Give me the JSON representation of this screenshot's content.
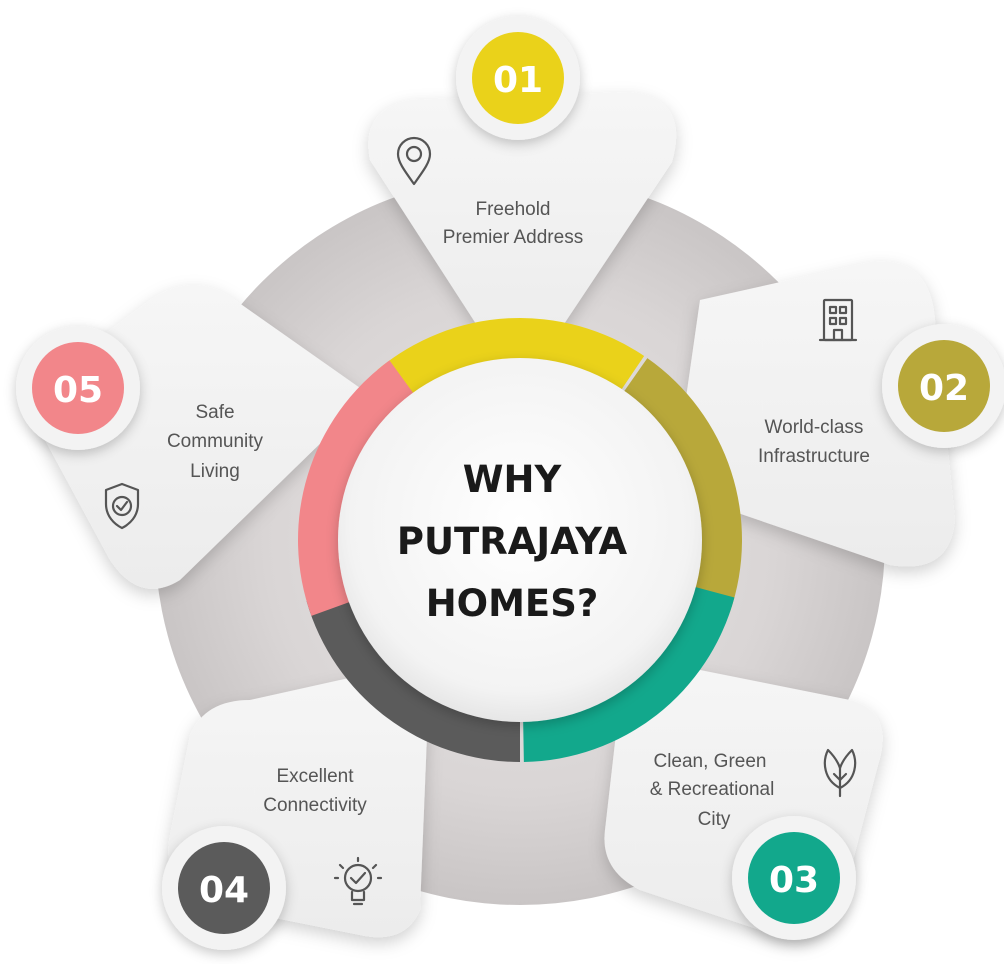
{
  "title": [
    "WHY",
    "PUTRAJAYA",
    "HOMES?"
  ],
  "items": [
    {
      "number": "01",
      "label": [
        "Freehold",
        "Premier Address"
      ],
      "color": "#ead21a",
      "icon": "location-pin-icon"
    },
    {
      "number": "02",
      "label": [
        "World-class",
        "Infrastructure"
      ],
      "color": "#b8a83a",
      "icon": "building-icon"
    },
    {
      "number": "03",
      "label": [
        "Clean, Green",
        "& Recreational",
        "City"
      ],
      "color": "#12a88c",
      "icon": "leaf-icon"
    },
    {
      "number": "04",
      "label": [
        "Excellent",
        "Connectivity"
      ],
      "color": "#5b5b5b",
      "icon": "lightbulb-check-icon"
    },
    {
      "number": "05",
      "label": [
        "Safe",
        "Community",
        "Living"
      ],
      "color": "#f2868a",
      "icon": "shield-check-icon"
    }
  ]
}
